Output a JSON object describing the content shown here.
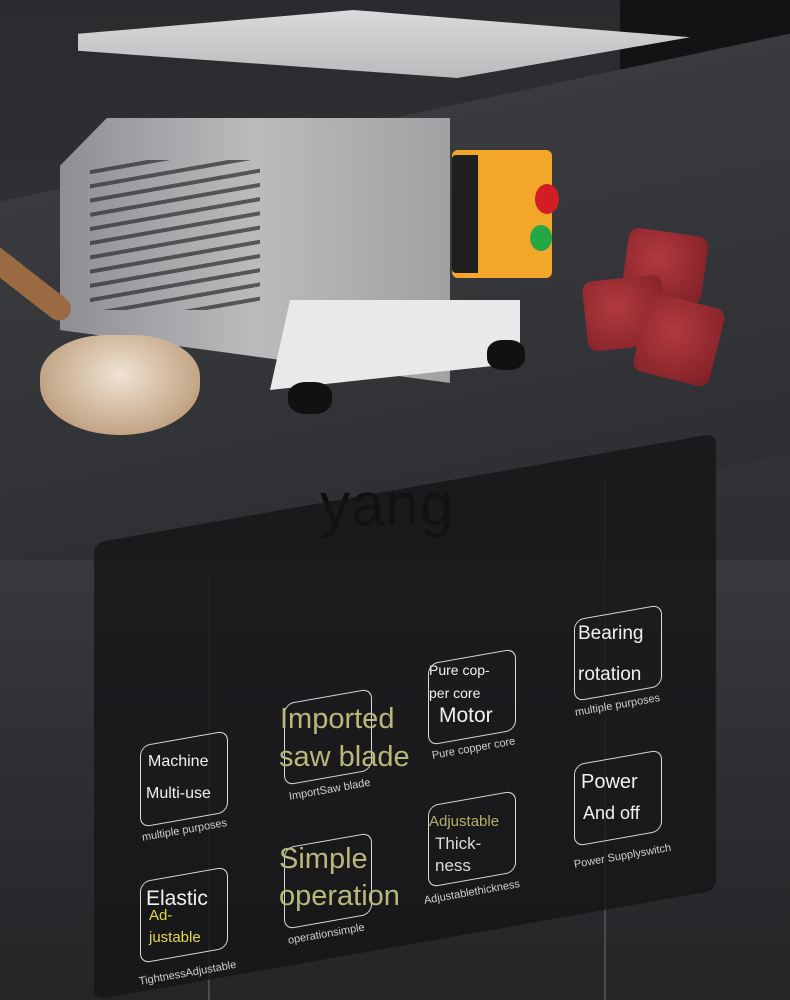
{
  "watermark": "yang",
  "features": {
    "machine": {
      "line1": "Machine",
      "line2": "Multi-use",
      "sub": "multiple purposes"
    },
    "imported": {
      "line1": "Imported",
      "line2": "saw blade",
      "sub": "ImportSaw blade"
    },
    "motor": {
      "line1": "Pure cop-",
      "line2": "per core",
      "line3": "Motor",
      "sub": "Pure copper core"
    },
    "bearing": {
      "line1": "Bearing",
      "line2": "rotation",
      "sub": "multiple purposes"
    },
    "elastic": {
      "line1": "Elastic",
      "line2": "Ad-",
      "line3": "justable",
      "sub": "TightnessAdjustable"
    },
    "simple": {
      "line1": "Simple",
      "line2": "operation",
      "sub": "operationsimple"
    },
    "adjustable": {
      "line1": "Adjustable",
      "line2": "Thick-",
      "line3": "ness",
      "sub": "Adjustablethickness"
    },
    "power": {
      "line1": "Power",
      "line2": "And off",
      "sub": "Power Supplyswitch"
    }
  }
}
